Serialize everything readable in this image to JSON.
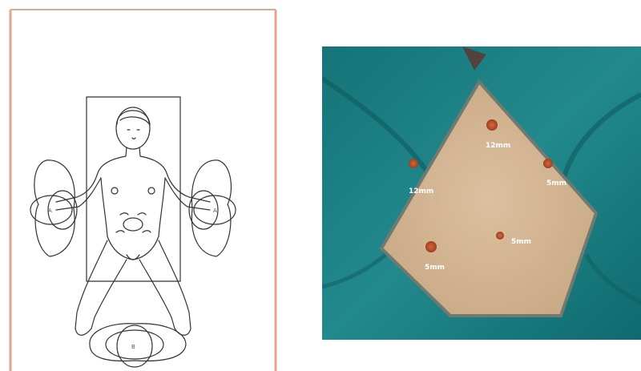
{
  "figure": {
    "left_panel": {
      "kind": "line-drawing",
      "subject": "patient supine with arms extended and legs apart, surgical team positions marked",
      "frame_color": "#e4a58f",
      "position_marks": [
        "A",
        "A",
        "B"
      ]
    },
    "right_panel": {
      "kind": "photo",
      "subject": "diamond-shaped port placement on draped abdomen",
      "drape_color": "#1f8589",
      "skin_color": "#d6b796",
      "port_color": "#c0582f",
      "port_labels": [
        "12mm",
        "5mm",
        "12mm",
        "5mm",
        "5mm"
      ]
    }
  }
}
